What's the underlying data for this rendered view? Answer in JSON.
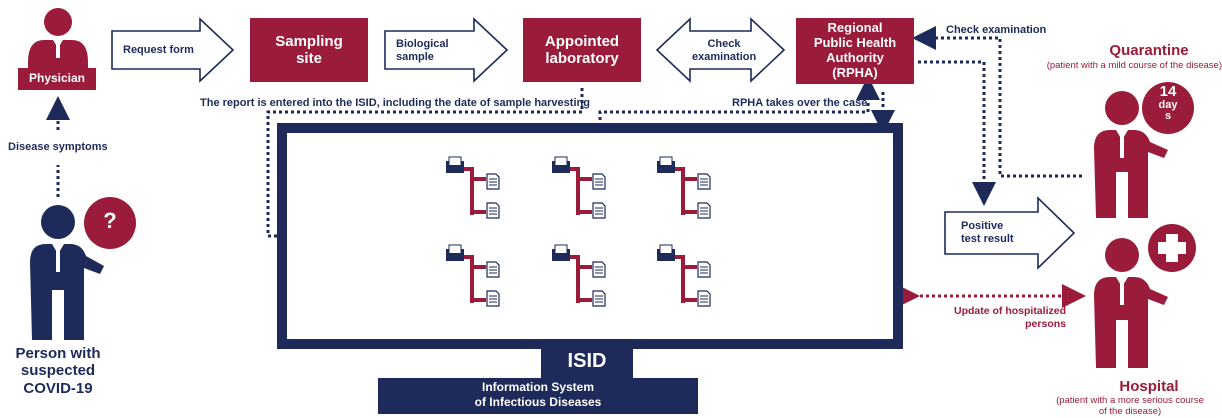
{
  "physician": {
    "label": "Physician"
  },
  "request_form": "Request form",
  "sampling_site": "Sampling site",
  "biological_sample": "Biological sample",
  "appointed_laboratory": "Appointed laboratory",
  "check_examination_mid": "Check examination",
  "rpha": {
    "line1": "Regional",
    "line2": "Public Health",
    "line3": "Authority",
    "line4": "(RPHA)"
  },
  "check_examination_right": "Check examination",
  "quarantine": {
    "title": "Quarantine",
    "subtitle": "(patient with a mild course of the disease)",
    "badge_num": "14",
    "badge_days": "day",
    "badge_s": "s"
  },
  "report_entered": "The report is entered into the ISID, including the date of sample harvesting",
  "rpha_takes_over": "RPHA takes over the case",
  "disease_symptoms": "Disease symptoms",
  "person": {
    "line1": "Person with",
    "line2": "suspected",
    "line3": "COVID-19",
    "badge": "?"
  },
  "positive_result": {
    "line1": "Positive",
    "line2": "test result"
  },
  "update_hospitalized": {
    "line1": "Update of hospitalized",
    "line2": "persons"
  },
  "hospital": {
    "title": "Hospital",
    "subtitle1": "(patient with a more serious course",
    "subtitle2": "of the disease)"
  },
  "isid": {
    "acronym": "ISID",
    "line1": "Information System",
    "line2": "of Infectious Diseases"
  },
  "colors": {
    "crimson": "#9b1c3a",
    "navy": "#1e2a5a"
  }
}
